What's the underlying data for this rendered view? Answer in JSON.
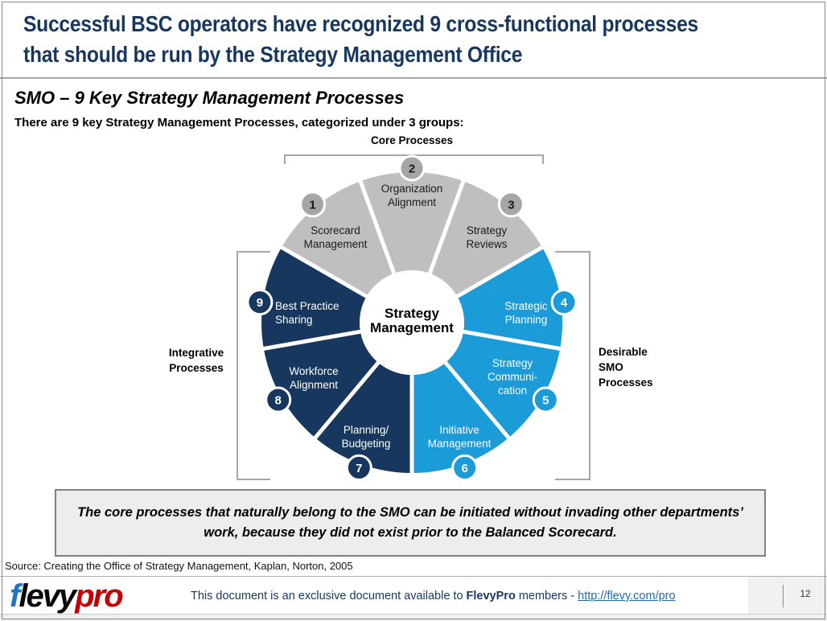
{
  "slide": {
    "title_line1": "Successful BSC operators have recognized 9 cross-functional processes",
    "title_line2": "that should be run by the Strategy Management Office",
    "section_heading": "SMO – 9 Key Strategy Management Processes",
    "intro": "There are 9 key Strategy Management Processes, categorized under 3 groups:",
    "callout": "The core processes that naturally belong to the SMO can be initiated without invading other departments’ work, because they did not exist prior to the Balanced Scorecard.",
    "source": "Source: Creating the Office of Strategy Management, Kaplan, Norton, 2005"
  },
  "chart_data": {
    "type": "pie",
    "title": "SMO – 9 Key Strategy Management Processes",
    "center_label": [
      "Strategy",
      "Management"
    ],
    "groups": [
      {
        "name": "Core Processes",
        "color": "#bfbfbf",
        "badge_color": "#a6a6a6",
        "text_color": "#1a1a1a",
        "position": "top"
      },
      {
        "name": "Desirable SMO Processes",
        "label_lines": [
          "Desirable",
          "SMO",
          "Processes"
        ],
        "color": "#1b9bd7",
        "badge_color": "#1b9bd7",
        "text_color": "#ffffff",
        "position": "right"
      },
      {
        "name": "Integrative Processes",
        "label_lines": [
          "Integrative",
          "Processes"
        ],
        "color": "#17375e",
        "badge_color": "#17375e",
        "text_color": "#ffffff",
        "position": "left"
      }
    ],
    "segments": [
      {
        "n": 1,
        "label": [
          "Scorecard",
          "Management"
        ],
        "group": 0
      },
      {
        "n": 2,
        "label": [
          "Organization",
          "Alignment"
        ],
        "group": 0
      },
      {
        "n": 3,
        "label": [
          "Strategy",
          "Reviews"
        ],
        "group": 0
      },
      {
        "n": 4,
        "label": [
          "Strategic",
          "Planning"
        ],
        "group": 1
      },
      {
        "n": 5,
        "label": [
          "Strategy",
          "Communi-",
          "cation"
        ],
        "group": 1
      },
      {
        "n": 6,
        "label": [
          "Initiative",
          "Management"
        ],
        "group": 1
      },
      {
        "n": 7,
        "label": [
          "Planning/",
          "Budgeting"
        ],
        "group": 2
      },
      {
        "n": 8,
        "label": [
          "Workforce",
          "Alignment"
        ],
        "group": 2
      },
      {
        "n": 9,
        "label": [
          "Best Practice",
          "Sharing"
        ],
        "group": 2
      }
    ],
    "values": [
      1,
      1,
      1,
      1,
      1,
      1,
      1,
      1,
      1
    ],
    "legend_position": "none"
  },
  "footer": {
    "logo_f": "f",
    "logo_levy": "levy",
    "logo_pro": "pro",
    "text_prefix": "This document is an exclusive document available to ",
    "text_bold": "FlevyPro",
    "text_middle": " members - ",
    "link": "http://flevy.com/pro",
    "page_number": "12"
  },
  "colors": {
    "title_navy": "#17375e",
    "core_gray": "#bfbfbf",
    "desirable_blue": "#1b9bd7",
    "integrative_navy": "#17375e",
    "link_blue": "#2569ae",
    "logo_blue": "#1f74c8",
    "logo_red": "#c40000"
  }
}
